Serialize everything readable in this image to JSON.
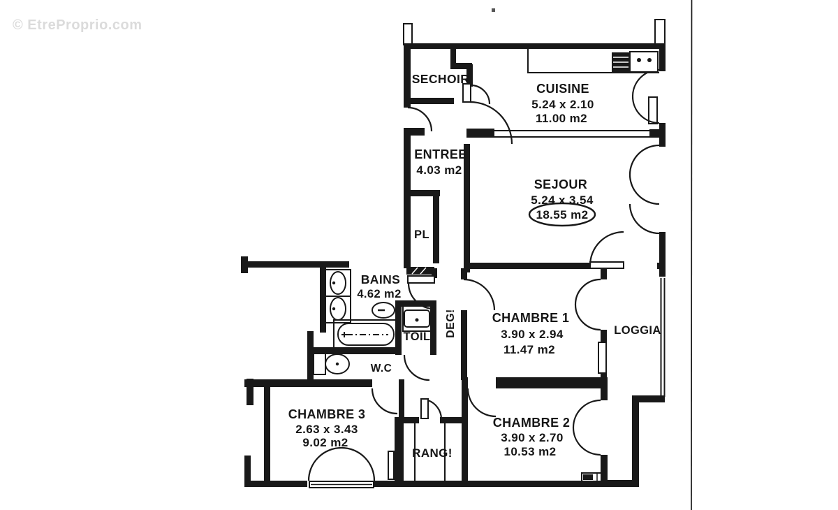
{
  "watermark": "© EtreProprio.com",
  "rooms": {
    "sechoir": {
      "name": "SECHOIR"
    },
    "cuisine": {
      "name": "CUISINE",
      "dimensions": "5.24 x 2.10",
      "area": "11.00 m2"
    },
    "entree": {
      "name": "ENTREE",
      "area": "4.03 m2"
    },
    "sejour": {
      "name": "SEJOUR",
      "dimensions": "5.24 x 3.54",
      "area": "18.55 m2"
    },
    "placard": {
      "name": "PL"
    },
    "bains": {
      "name": "BAINS",
      "area": "4.62 m2"
    },
    "toilette": {
      "name": "TOIL"
    },
    "degagement": {
      "name": "DEG!"
    },
    "wc": {
      "name": "W.C"
    },
    "chambre1": {
      "name": "CHAMBRE 1",
      "dimensions": "3.90 x 2.94",
      "area": "11.47 m2"
    },
    "loggia": {
      "name": "LOGGIA"
    },
    "chambre3": {
      "name": "CHAMBRE 3",
      "dimensions": "2.63 x 3.43",
      "area": "9.02 m2"
    },
    "rangement": {
      "name": "RANG!"
    },
    "chambre2": {
      "name": "CHAMBRE 2",
      "dimensions": "3.90 x 2.70",
      "area": "10.53 m2"
    }
  },
  "colors": {
    "wall": "#191919",
    "background": "#ffffff",
    "watermark": "#dbdbdb"
  }
}
